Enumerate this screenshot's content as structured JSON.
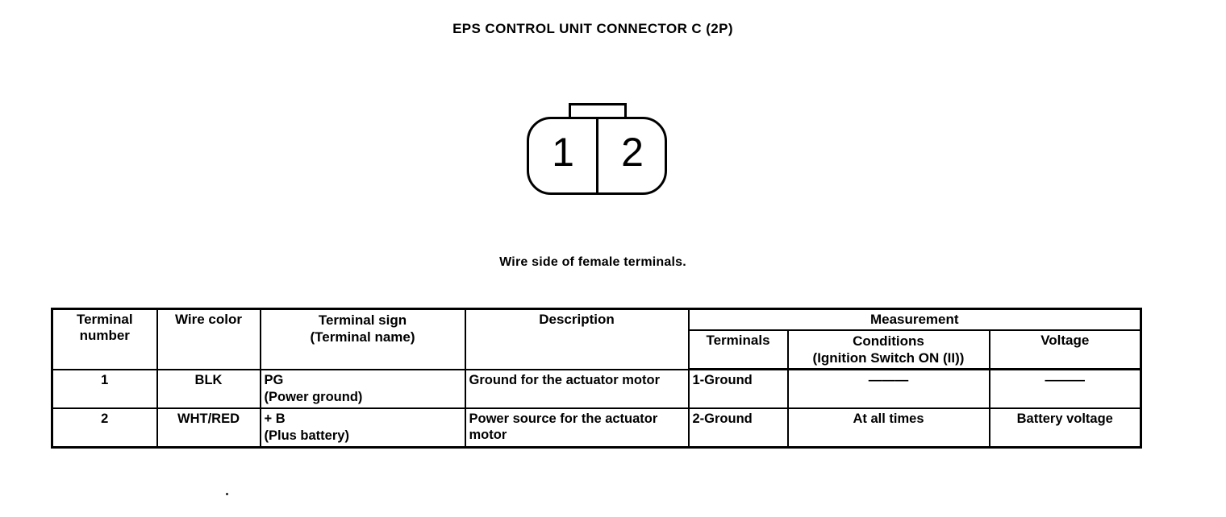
{
  "page": {
    "title": "EPS CONTROL UNIT CONNECTOR C (2P)",
    "caption": "Wire side of female terminals."
  },
  "connector": {
    "pin1": "1",
    "pin2": "2"
  },
  "table": {
    "headers": {
      "terminal_number": "Terminal number",
      "wire_color": "Wire color",
      "terminal_sign": "Terminal sign",
      "terminal_sign_sub": "(Terminal name)",
      "description": "Description",
      "measurement": "Measurement",
      "terminals": "Terminals",
      "conditions": "Conditions",
      "conditions_sub": "(Ignition Switch ON (II))",
      "voltage": "Voltage"
    },
    "rows": [
      {
        "terminal_number": "1",
        "wire_color": "BLK",
        "terminal_sign": "PG",
        "terminal_name": "(Power ground)",
        "description": "Ground for the actuator motor",
        "terminals": "1-Ground",
        "conditions": "———",
        "voltage": "———"
      },
      {
        "terminal_number": "2",
        "wire_color": "WHT/RED",
        "terminal_sign": "+ B",
        "terminal_name": "(Plus battery)",
        "description": "Power source for the actuator motor",
        "terminals": "2-Ground",
        "conditions": "At all times",
        "voltage": "Battery voltage"
      }
    ]
  }
}
